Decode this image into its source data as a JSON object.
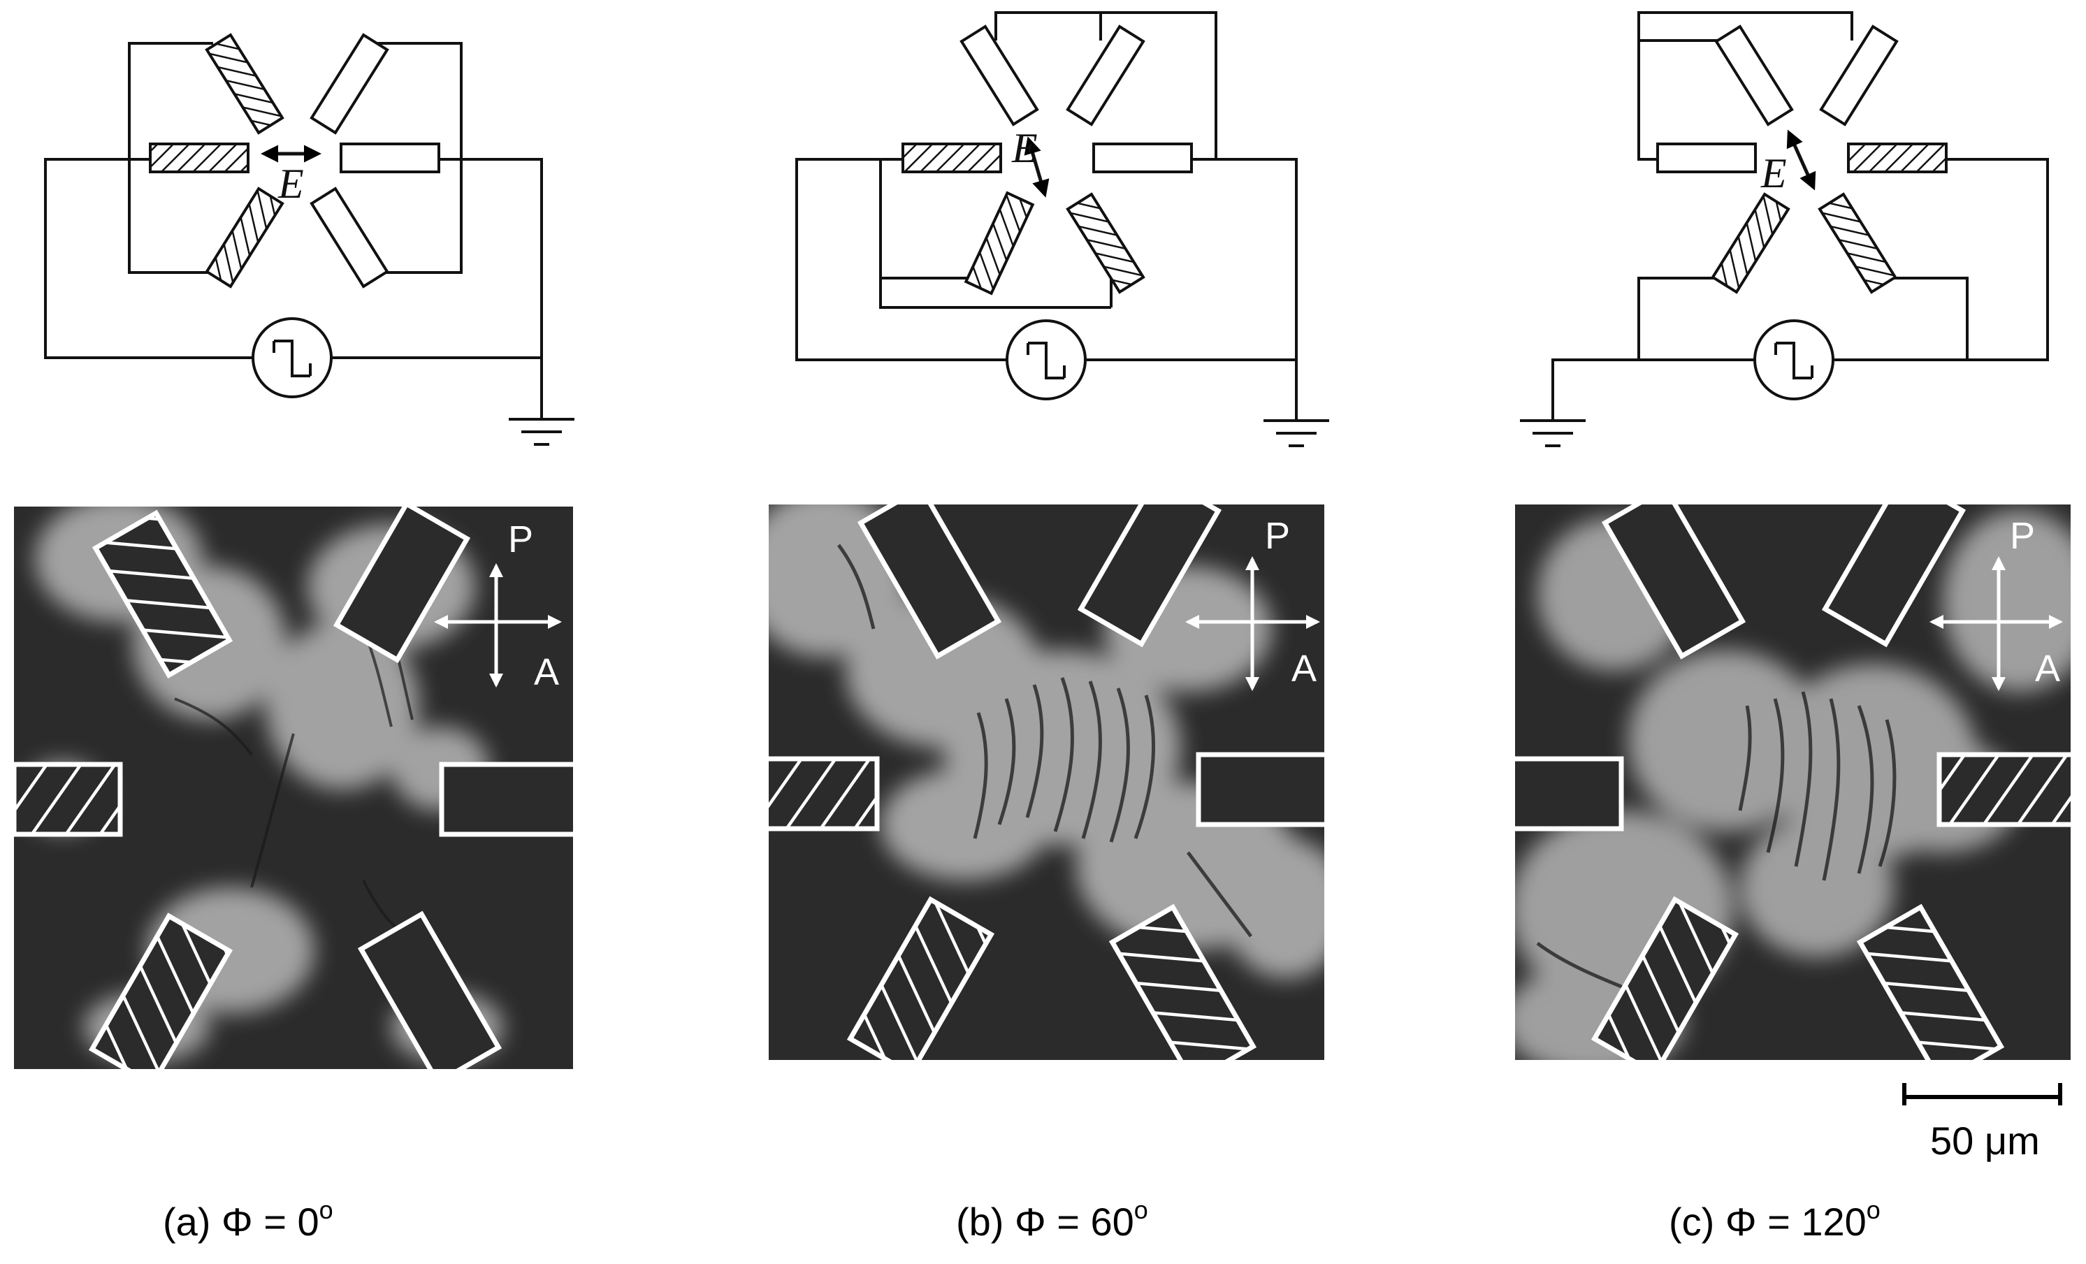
{
  "field_label": "E",
  "polarizer_label": "P",
  "analyzer_label": "A",
  "scale_bar_label": "50 μm",
  "panels": [
    {
      "caption": "(a) Φ = 0",
      "caption_sup": "o"
    },
    {
      "caption": "(b) Φ = 60",
      "caption_sup": "o"
    },
    {
      "caption": "(c) Φ = 120",
      "caption_sup": "o"
    }
  ]
}
